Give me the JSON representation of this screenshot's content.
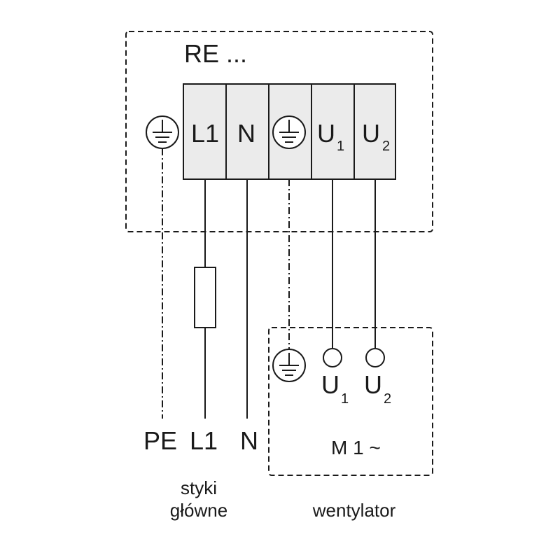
{
  "controller": {
    "title": "RE ...",
    "terminals": {
      "L1": "L1",
      "N": "N",
      "U1_main": "U",
      "U1_sub": "1",
      "U2_main": "U",
      "U2_sub": "2"
    }
  },
  "supply": {
    "labels": {
      "PE": "PE",
      "L1": "L1",
      "N": "N"
    },
    "caption_line1": "styki",
    "caption_line2": "główne"
  },
  "fan": {
    "terminals": {
      "U1_main": "U",
      "U1_sub": "1",
      "U2_main": "U",
      "U2_sub": "2"
    },
    "motor_label": "M 1 ~",
    "caption": "wentylator"
  },
  "icons": {
    "ground": "ground-icon",
    "terminal": "terminal-circle-icon",
    "fuse": "fuse-icon"
  }
}
